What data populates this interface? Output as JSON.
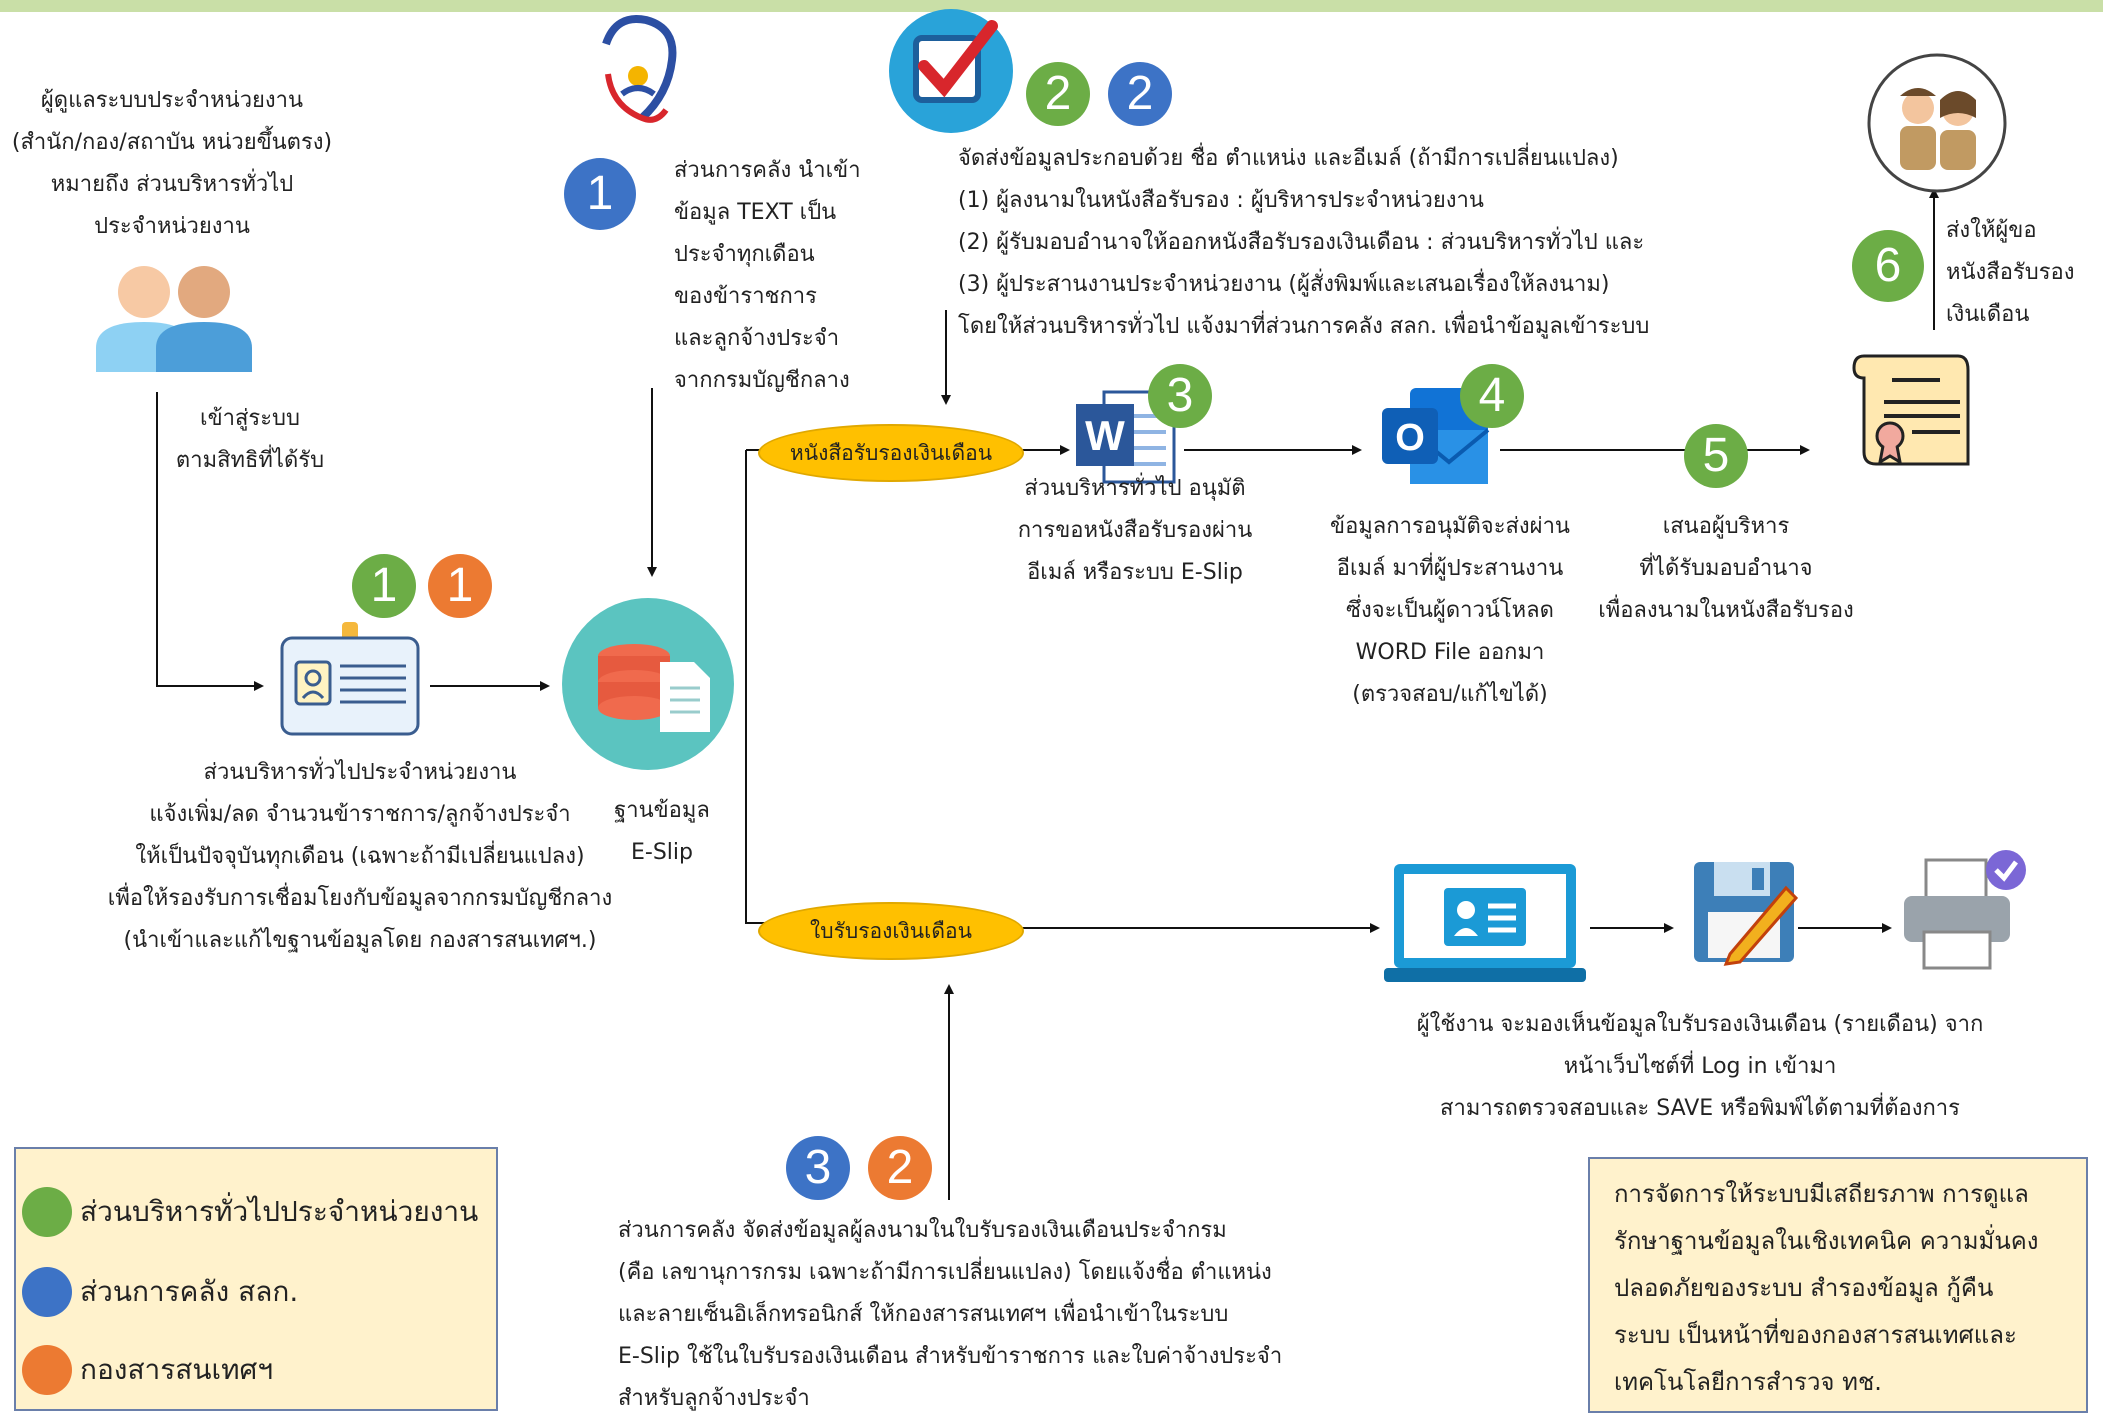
{
  "badges": {
    "b1_top": "1",
    "b22_g": "2",
    "b22_b": "2",
    "b6": "6",
    "b3_word": "3",
    "b4_outlook": "4",
    "b5": "5",
    "b11_g": "1",
    "b11_o": "1",
    "b32_b": "3",
    "b32_o": "2"
  },
  "admin_desc": {
    "line1": "ผู้ดูแลระบบประจำหน่วยงาน",
    "line2": "(สำนัก/กอง/สถาบัน หน่วยขึ้นตรง)",
    "line3": "หมายถึง ส่วนบริหารทั่วไป",
    "line4": "ประจำหน่วยงาน"
  },
  "login_text": {
    "line1": "เข้าสู่ระบบ",
    "line2": "ตามสิทธิที่ได้รับ"
  },
  "finance_import": {
    "line1": "ส่วนการคลัง นำเข้า",
    "line2": "ข้อมูล TEXT เป็น",
    "line3": "ประจำทุกเดือน",
    "line4": "ของข้าราชการ",
    "line5": "และลูกจ้างประจำ",
    "line6": "จากกรมบัญชีกลาง"
  },
  "send_info": {
    "line1": "จัดส่งข้อมูลประกอบด้วย ชื่อ ตำแหน่ง และอีเมล์ (ถ้ามีการเปลี่ยนแปลง)",
    "line2": "(1) ผู้ลงนามในหนังสือรับรอง : ผู้บริหารประจำหน่วยงาน",
    "line3": "(2) ผู้รับมอบอำนาจให้ออกหนังสือรับรองเงินเดือน : ส่วนบริหารทั่วไป และ",
    "line4": "(3) ผู้ประสานงานประจำหน่วยงาน (ผู้สั่งพิมพ์และเสนอเรื่องให้ลงนาม)",
    "line5": "โดยให้ส่วนบริหารทั่วไป แจ้งมาที่ส่วนการคลัง สลก. เพื่อนำข้อมูลเข้าระบบ"
  },
  "requester_text": {
    "line1": "ส่งให้ผู้ขอ",
    "line2": "หนังสือรับรอง",
    "line3": "เงินเดือน"
  },
  "oval_letter": "หนังสือรับรองเงินเดือน",
  "oval_cert": "ใบรับรองเงินเดือน",
  "approve_text": {
    "line1": "ส่วนบริหารทั่วไป อนุมัติ",
    "line2": "การขอหนังสือรับรองผ่าน",
    "line3": "อีเมล์ หรือระบบ E-Slip"
  },
  "email_text": {
    "line1": "ข้อมูลการอนุมัติจะส่งผ่าน",
    "line2": "อีเมล์ มาที่ผู้ประสานงาน",
    "line3": "ซึ่งจะเป็นผู้ดาวน์โหลด",
    "line4": "WORD File ออกมา",
    "line5": "(ตรวจสอบ/แก้ไขได้)"
  },
  "propose_text": {
    "line1": "เสนอผู้บริหาร",
    "line2": "ที่ได้รับมอบอำนาจ",
    "line3": "เพื่อลงนามในหนังสือรับรอง"
  },
  "db_label": {
    "line1": "ฐานข้อมูล",
    "line2": "E-Slip"
  },
  "admin_notify": {
    "line1": "ส่วนบริหารทั่วไปประจำหน่วยงาน",
    "line2": "แจ้งเพิ่ม/ลด จำนวนข้าราชการ/ลูกจ้างประจำ",
    "line3": "ให้เป็นปัจจุบันทุกเดือน (เฉพาะถ้ามีเปลี่ยนแปลง)",
    "line4": "เพื่อให้รองรับการเชื่อมโยงกับข้อมูลจากกรมบัญชีกลาง",
    "line5": "(นำเข้าและแก้ไขฐานข้อมูลโดย กองสารสนเทศฯ.)"
  },
  "user_view": {
    "line1": "ผู้ใช้งาน จะมองเห็นข้อมูลใบรับรองเงินเดือน (รายเดือน) จาก",
    "line2": "หน้าเว็บไซต์ที่ Log in เข้ามา",
    "line3": "สามารถตรวจสอบและ SAVE หรือพิมพ์ได้ตามที่ต้องการ"
  },
  "finance_signer": {
    "line1": "ส่วนการคลัง จัดส่งข้อมูลผู้ลงนามในใบรับรองเงินเดือนประจำกรม",
    "line2": "(คือ เลขานุการกรม เฉพาะถ้ามีการเปลี่ยนแปลง) โดยแจ้งชื่อ ตำแหน่ง",
    "line3": "และลายเซ็นอิเล็กทรอนิกส์ ให้กองสารสนเทศฯ เพื่อนำเข้าในระบบ",
    "line4": "E-Slip ใช้ในใบรับรองเงินเดือน สำหรับข้าราชการ และใบค่าจ้างประจำ",
    "line5": "สำหรับลูกจ้างประจำ"
  },
  "legend": {
    "green": "ส่วนบริหารทั่วไปประจำหน่วยงาน",
    "blue": "ส่วนการคลัง สลก.",
    "orange": "กองสารสนเทศฯ"
  },
  "note": {
    "line1": "การจัดการให้ระบบมีเสถียรภาพ การดูแล",
    "line2": "รักษาฐานข้อมูลในเชิงเทคนิค ความมั่นคง",
    "line3": "ปลอดภัยของระบบ สำรองข้อมูล กู้คืน",
    "line4": "ระบบ เป็นหน้าที่ของกองสารสนเทศและ",
    "line5": "เทคโนโลยีการสำรวจ ทช."
  },
  "icons": {
    "word_letter": "W",
    "outlook_letter": "O"
  },
  "colors": {
    "green": "#6cad46",
    "blue": "#3d73c6",
    "orange": "#ec7a32",
    "oval": "#ffc000",
    "legend_bg": "#fff2cc"
  }
}
